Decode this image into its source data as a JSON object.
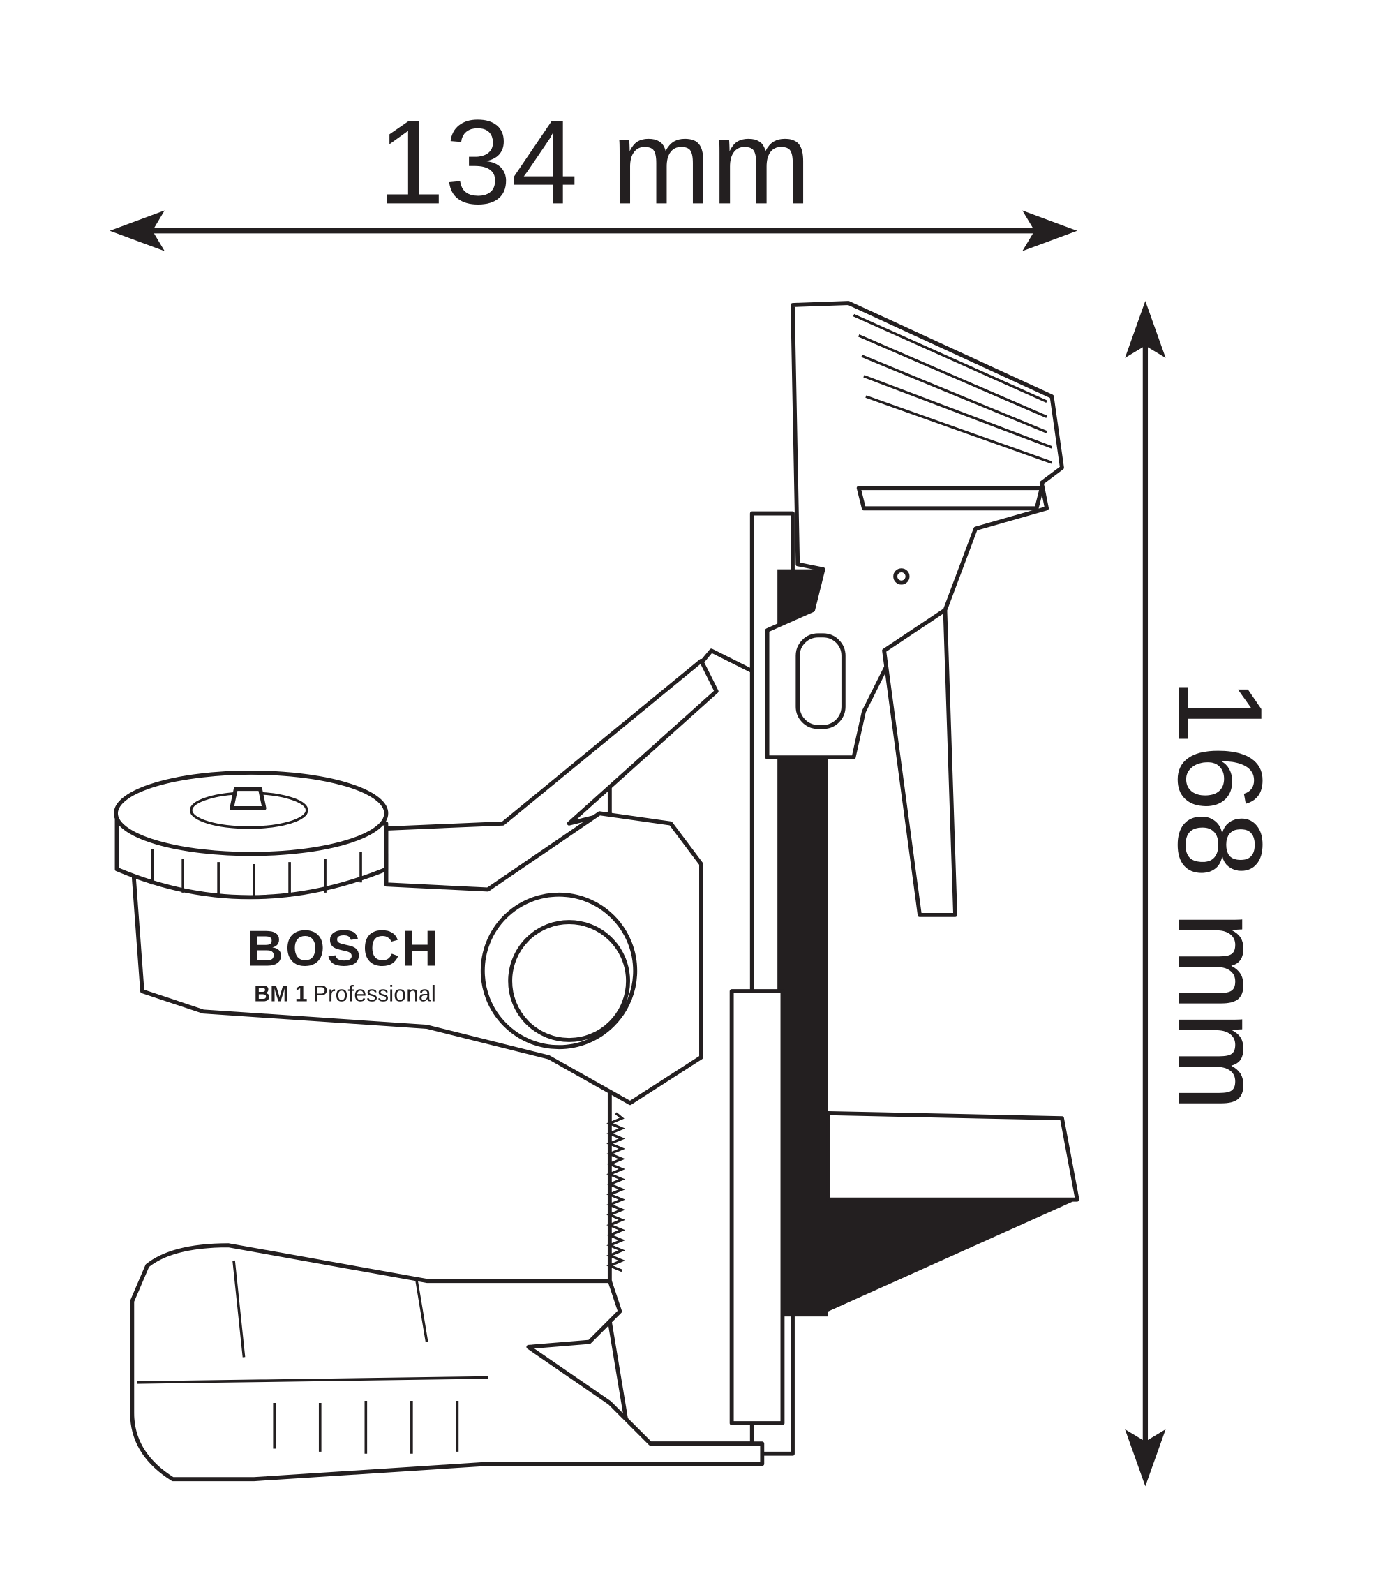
{
  "dimensions": {
    "width_label": "134 mm",
    "height_label": "168 mm"
  },
  "product": {
    "brand": "BOSCH",
    "model_prefix": "BM 1",
    "model_suffix": "Professional"
  },
  "colors": {
    "line": "#231f20",
    "background": "#ffffff"
  }
}
